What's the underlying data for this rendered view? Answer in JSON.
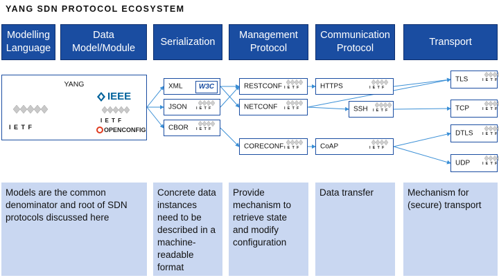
{
  "title": "YANG SDN PROTOCOL ECOSYSTEM",
  "headers": {
    "modelling": "Modelling Language",
    "data_model": "Data Model/Module",
    "serialization": "Serialization",
    "management": "Management Protocol",
    "communication": "Communication Protocol",
    "transport": "Transport"
  },
  "yang_box": {
    "title": "YANG",
    "ietf_text": "I E T F",
    "ieee_text": "IEEE",
    "openconfig_text": "OPENCONFIG"
  },
  "nodes": {
    "xml": "XML",
    "json": "JSON",
    "cbor": "CBOR",
    "restconf": "RESTCONF",
    "netconf": "NETCONF",
    "coreconf": "CORECONF",
    "https": "HTTPS",
    "ssh": "SSH",
    "coap": "CoAP",
    "tls": "TLS",
    "tcp": "TCP",
    "dtls": "DTLS",
    "udp": "UDP"
  },
  "logo_texts": {
    "ietf_small": "I E T F",
    "w3c": "W3C"
  },
  "descriptions": {
    "models": "Models are the common denominator and root of SDN protocols discussed here",
    "serialization": "Concrete data instances need to be described in a machine-readable format",
    "management": "Provide mechanism to retrieve state and modify configuration",
    "communication": "Data transfer",
    "transport": "Mechanism for (secure) transport"
  },
  "colors": {
    "header_blue": "#1a4da1",
    "desc_blue": "#c9d7f1",
    "arrow_blue": "#3a8fd6"
  }
}
